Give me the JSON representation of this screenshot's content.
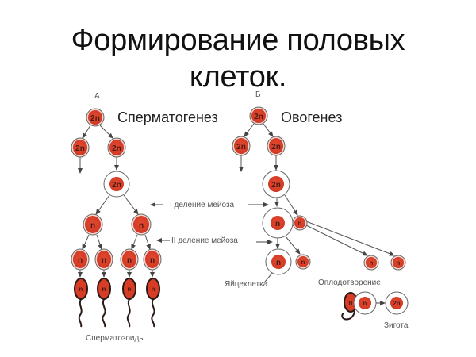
{
  "title": {
    "line1": "Формирование половых",
    "line2": "клеток."
  },
  "colors": {
    "nucleus": "#d9412b",
    "nucleus_light": "#f0a090",
    "outline": "#666666",
    "line": "#555555",
    "tail": "#2a1a16"
  },
  "spermatogenesis": {
    "letter": "А",
    "heading": "Сперматогенез",
    "cells": {
      "top": "2n",
      "left": "2n",
      "right": "2n",
      "large": "2n",
      "meiosis1_left": "n",
      "meiosis1_right": "n",
      "meiosis2": [
        "n",
        "n",
        "n",
        "n"
      ],
      "sperm": [
        "n",
        "n",
        "n",
        "n"
      ]
    },
    "result_label": "Сперматозоиды"
  },
  "oogenesis": {
    "letter": "Б",
    "heading": "Овогенез",
    "cells": {
      "top": "2n",
      "left": "2n",
      "right": "2n",
      "large": "2n",
      "meiosis1_oocyte": "n",
      "polar_body_1": "n",
      "egg": "n",
      "polar_bodies": [
        "n",
        "n",
        "n"
      ]
    },
    "egg_label": "Яйцеклетка"
  },
  "meiosis_labels": {
    "first": "I деление мейоза",
    "second": "II деление мейоза"
  },
  "fertilization": {
    "label": "Оплодотворение",
    "sperm": "n",
    "egg": "n",
    "zygote": "2n",
    "zygote_label": "Зигота"
  }
}
